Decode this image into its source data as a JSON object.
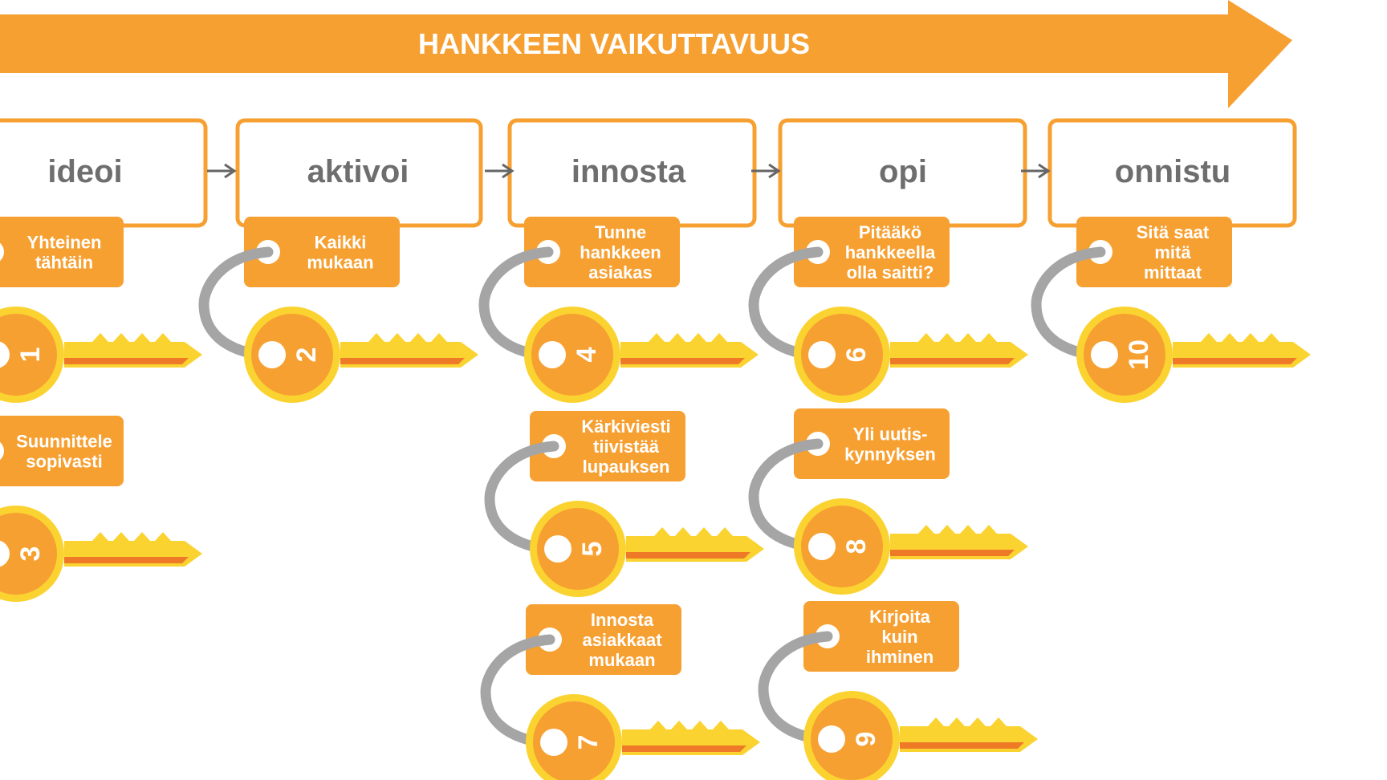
{
  "banner": {
    "title": "HANKKEEN VAIKUTTAVUUS"
  },
  "colors": {
    "orange": "#F7A032",
    "yellow": "#FBD330",
    "dark_orange": "#EE7A28",
    "gray": "#A5A5A5",
    "stage_text": "#6E6E6E",
    "arrow": "#666666"
  },
  "stages": [
    {
      "label": "ideoi",
      "keys": [
        {
          "number": "1",
          "tag": [
            "Yhteinen",
            "tähtäin"
          ]
        },
        {
          "number": "3",
          "tag": [
            "Suunnittele",
            "sopivasti"
          ]
        }
      ]
    },
    {
      "label": "aktivoi",
      "keys": [
        {
          "number": "2",
          "tag": [
            "Kaikki",
            "mukaan"
          ]
        }
      ]
    },
    {
      "label": "innosta",
      "keys": [
        {
          "number": "4",
          "tag": [
            "Tunne",
            "hankkeen",
            "asiakas"
          ]
        },
        {
          "number": "5",
          "tag": [
            "Kärkiviesti",
            "tiivistää",
            "lupauksen"
          ]
        },
        {
          "number": "7",
          "tag": [
            "Innosta",
            "asiakkaat",
            "mukaan"
          ]
        }
      ]
    },
    {
      "label": "opi",
      "keys": [
        {
          "number": "6",
          "tag": [
            "Pitääkö",
            "hankkeella",
            "olla saitti?"
          ]
        },
        {
          "number": "8",
          "tag": [
            "Yli uutis-",
            "kynnyksen"
          ]
        },
        {
          "number": "9",
          "tag": [
            "Kirjoita",
            "kuin",
            "ihminen"
          ]
        }
      ]
    },
    {
      "label": "onnistu",
      "keys": [
        {
          "number": "10",
          "tag": [
            "Sitä saat",
            "mitä",
            "mittaat"
          ]
        }
      ]
    }
  ]
}
